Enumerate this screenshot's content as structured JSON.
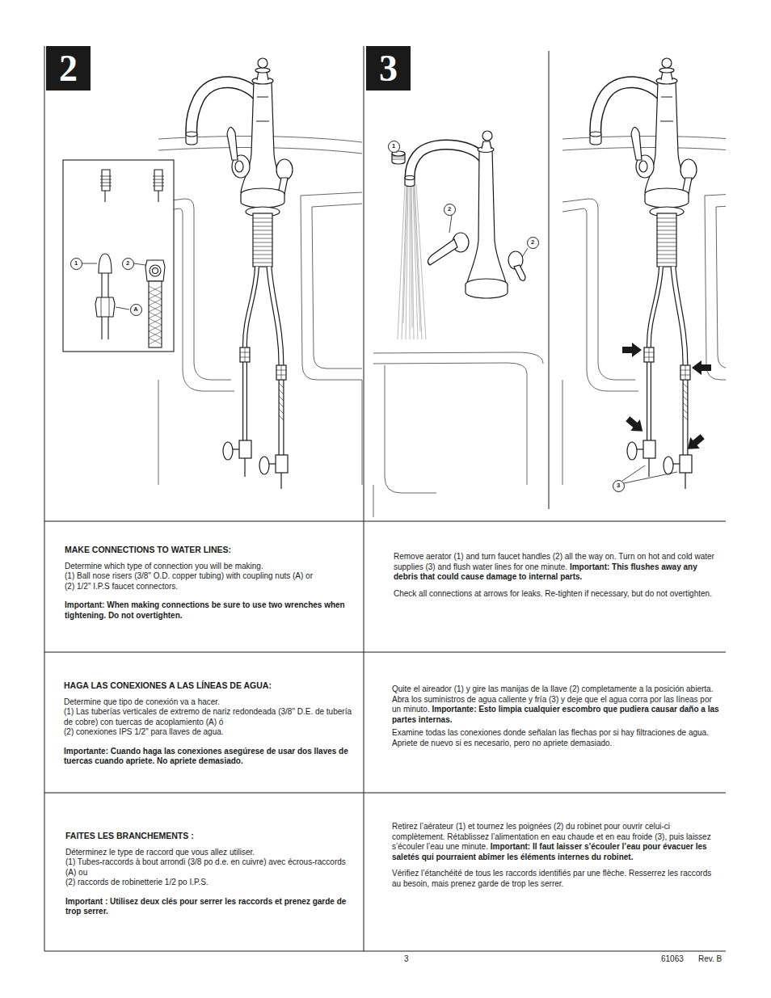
{
  "diagram": {
    "nodes": [
      {
        "text": [
          "2"
        ]
      },
      {
        "text": [
          "1"
        ]
      },
      {
        "text": [
          "2"
        ]
      },
      {
        "text": [
          "A"
        ]
      },
      {
        "text": [
          "3"
        ]
      },
      {
        "text": [
          "1"
        ]
      },
      {
        "text": [
          "2"
        ]
      },
      {
        "text": [
          "2"
        ]
      },
      {
        "text": [
          "3"
        ]
      }
    ],
    "labels": [
      "MAKE CONNECTIONS TO WATER LINES:",
      "Determine which type of connection you will be making.",
      "(1) Ball nose risers (3/8\" O.D. copper tubing) with coupling nuts (A) or",
      "(2) 1/2\" I.P.S faucet connectors.",
      "Important: When making connections be sure to use two wrenches when tightening. Do not overtighten.",
      "Remove aerator (1) and turn faucet handles (2) all the way on. Turn on hot and cold water supplies (3) and flush water lines for one minute.",
      "Important: This flushes away any debris that could cause damage to internal parts.",
      "Check all connections at arrows for leaks. Re-tighten if necessary, but do not overtighten.",
      "HAGA LAS CONEXIONES A LAS LÍNEAS DE AGUA:",
      "Determine que tipo de conexión va a hacer.",
      "(1) Las tuberías verticales de extremo de nariz redondeada (3/8\" D.E. de tubería de cobre) con tuercas de acoplamiento (A) ó",
      "(2) conexiones IPS 1/2\" para llaves de agua.",
      "Importante: Cuando haga las conexiones asegúrese de usar dos llaves de tuercas cuando apriete. No apriete demasiado.",
      "Quite el aireador (1) y gire las manijas de la llave (2) completamente a la posición abierta. Abra los suministros de agua caliente y fría (3) y deje que el agua corra por las líneas por un minuto.",
      "Importante: Esto limpia cualquier escombro que pudiera causar daño a las partes internas.",
      "Examine todas las conexiones donde señalan las flechas por si hay filtraciones de agua. Apriete de nuevo si es necesario, pero no apriete demasiado.",
      "FAITES LES BRANCHEMENTS :",
      "Déterminez le type de raccord que vous allez utiliser.",
      "(1) Tubes-raccords à bout arrondi (3/8 po d.e. en cuivre) avec écrous-raccords (A) ou",
      "(2) raccords de robinetterie 1/2 po I.P.S.",
      "Important : Utilisez deux clés pour serrer les raccords et prenez garde de trop serrer.",
      "Retirez l’aérateur (1) et tournez les poignées (2) du robinet pour ouvrir celui-ci complètement. Rétablissez l’alimentation en eau chaude et en eau froide (3), puis laissez s’écouler l’eau une minute.",
      "Important: Il faut laisser s’écouler l’eau pour évacuer les saletés qui pourraient abîmer les éléments internes du robinet.",
      "Vérifiez l’étanchéité de tous les raccords identifiés par une flèche. Resserrez les raccords au besoin, mais prenez garde de trop les serrer.",
      "3",
      "61063",
      "Rev. B"
    ]
  }
}
